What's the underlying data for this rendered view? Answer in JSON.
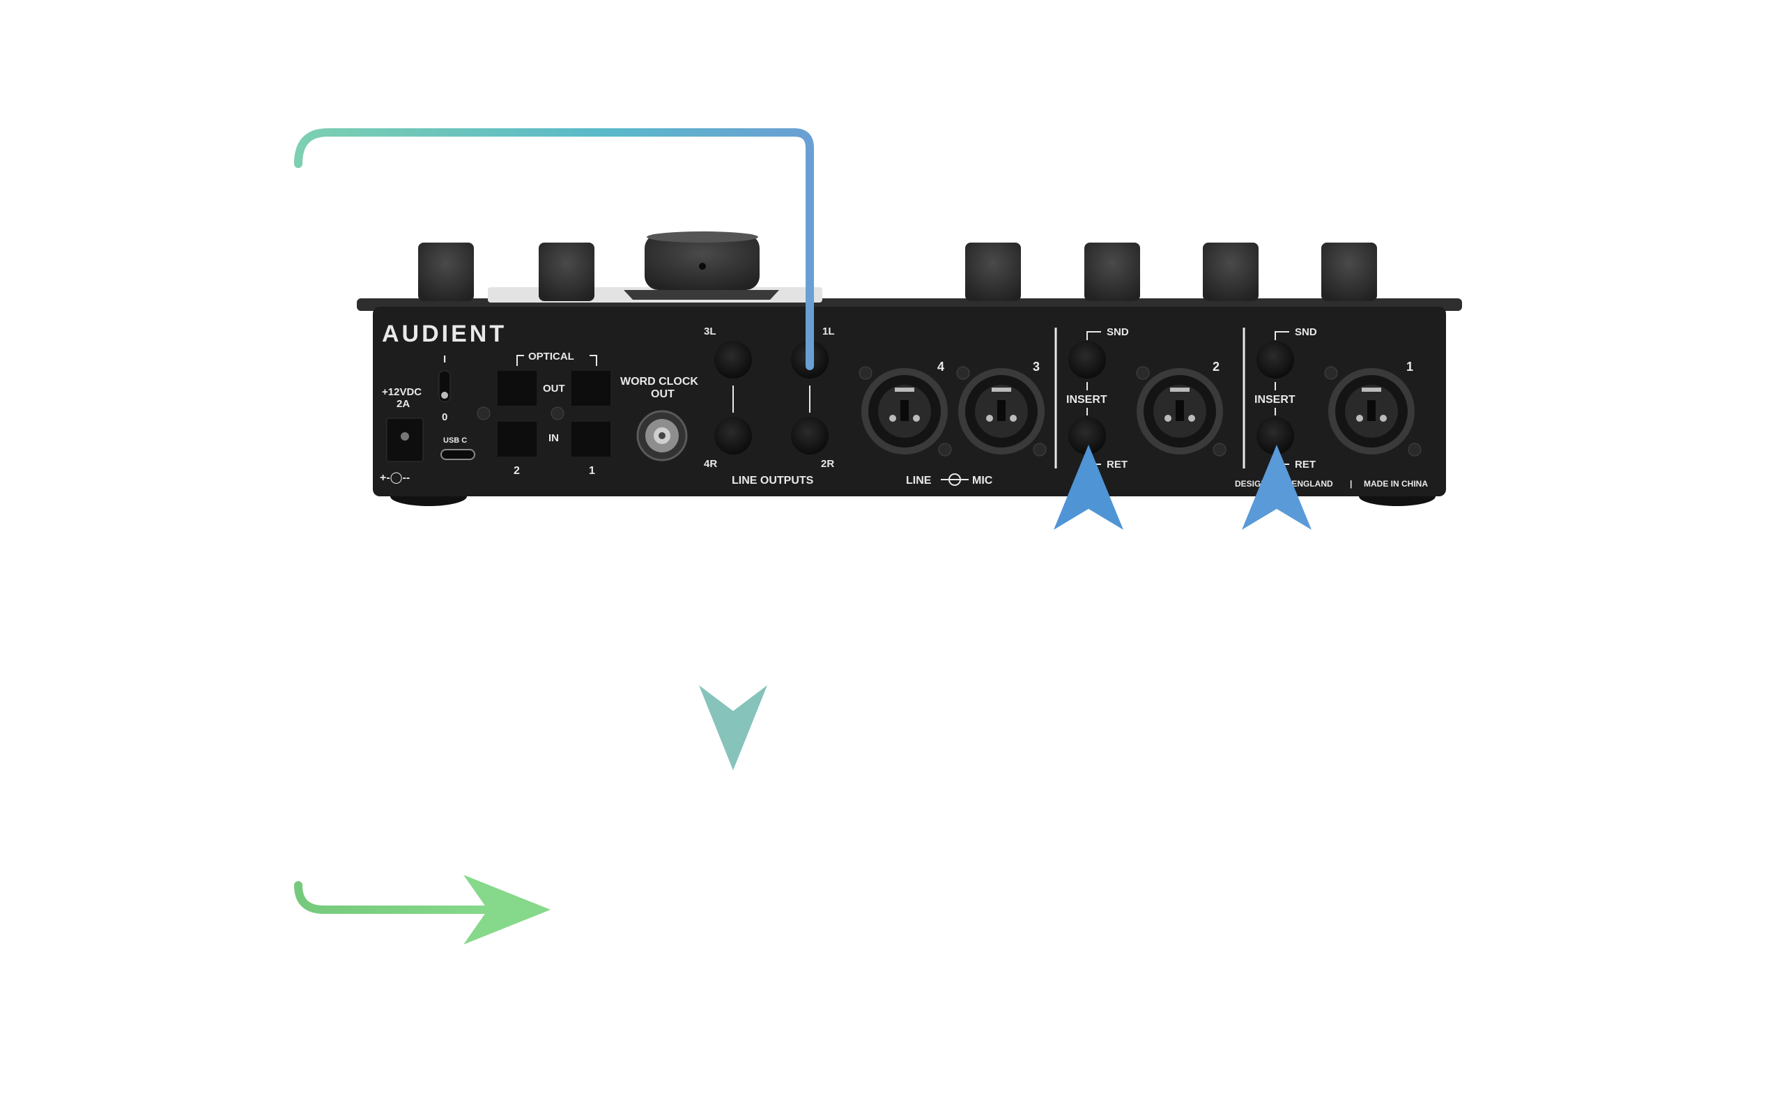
{
  "device": {
    "brand": "AUDIENT",
    "power": {
      "label_voltage": "+12VDC",
      "label_current": "2A",
      "polarity": "+-◯--"
    },
    "switch": {
      "on_label": "I",
      "off_label": "0"
    },
    "usb_label": "USB C",
    "optical": {
      "title": "OPTICAL",
      "out_label": "OUT",
      "in_label": "IN",
      "port2_label": "2",
      "port1_label": "1"
    },
    "word_clock": {
      "line1": "WORD CLOCK",
      "line2": "OUT"
    },
    "line_outputs": {
      "label_3l": "3L",
      "label_4r": "4R",
      "label_1l": "1L",
      "label_2r": "2R",
      "title": "LINE OUTPUTS"
    },
    "combo_inputs": {
      "label_4": "4",
      "label_3": "3",
      "label_2": "2",
      "label_1": "1",
      "line_mic_line": "LINE",
      "line_mic_mic": "MIC"
    },
    "insert_a": {
      "snd": "SND",
      "insert": "INSERT",
      "ret": "RET"
    },
    "insert_b": {
      "snd": "SND",
      "insert": "INSERT",
      "ret": "RET"
    },
    "footer_left": "DESIGNED IN ENGLAND",
    "footer_sep": "|",
    "footer_right": "MADE IN CHINA"
  },
  "colors": {
    "chassis": "#1c1c1c",
    "top_plate": "#2b2b2b",
    "knob": "#3a3a3a",
    "silkscreen": "#e9e9e9",
    "cable_teal": "#74c9b8",
    "cable_blue": "#6a9fd4",
    "cable_green": "#7ccd7c",
    "arrow_down": "#84c2bb",
    "arrow_up": "#5b9bd8"
  },
  "icons": [
    "power-jack-icon",
    "usb-c-icon",
    "toslink-port-icon",
    "bnc-connector-icon",
    "trs-jack-icon",
    "xlr-combo-icon",
    "arrow-down-icon",
    "arrow-up-icon",
    "arrow-right-icon"
  ]
}
